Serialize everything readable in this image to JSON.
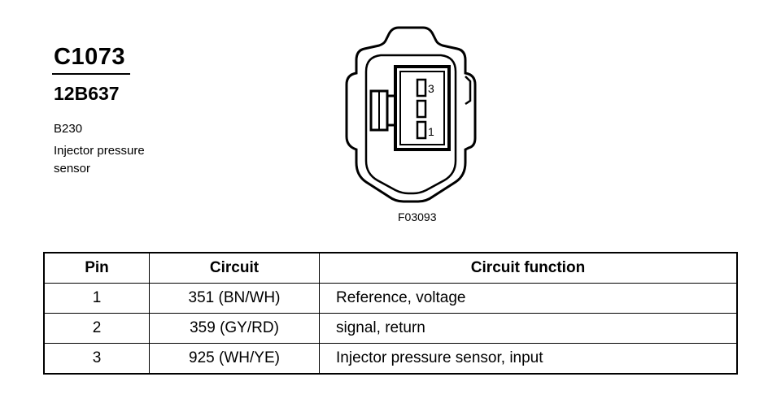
{
  "connector": {
    "id": "C1073",
    "part_number": "12B637",
    "component_code": "B230",
    "component_description": "Injector pressure sensor"
  },
  "diagram": {
    "pin_labels": {
      "top": "3",
      "bottom": "1"
    },
    "figure_id": "F03093"
  },
  "table": {
    "headers": {
      "pin": "Pin",
      "circuit": "Circuit",
      "function": "Circuit function"
    },
    "rows": [
      {
        "pin": "1",
        "circuit": "351 (BN/WH)",
        "function": "Reference, voltage"
      },
      {
        "pin": "2",
        "circuit": "359 (GY/RD)",
        "function": "signal, return"
      },
      {
        "pin": "3",
        "circuit": "925 (WH/YE)",
        "function": "Injector pressure sensor, input"
      }
    ]
  }
}
